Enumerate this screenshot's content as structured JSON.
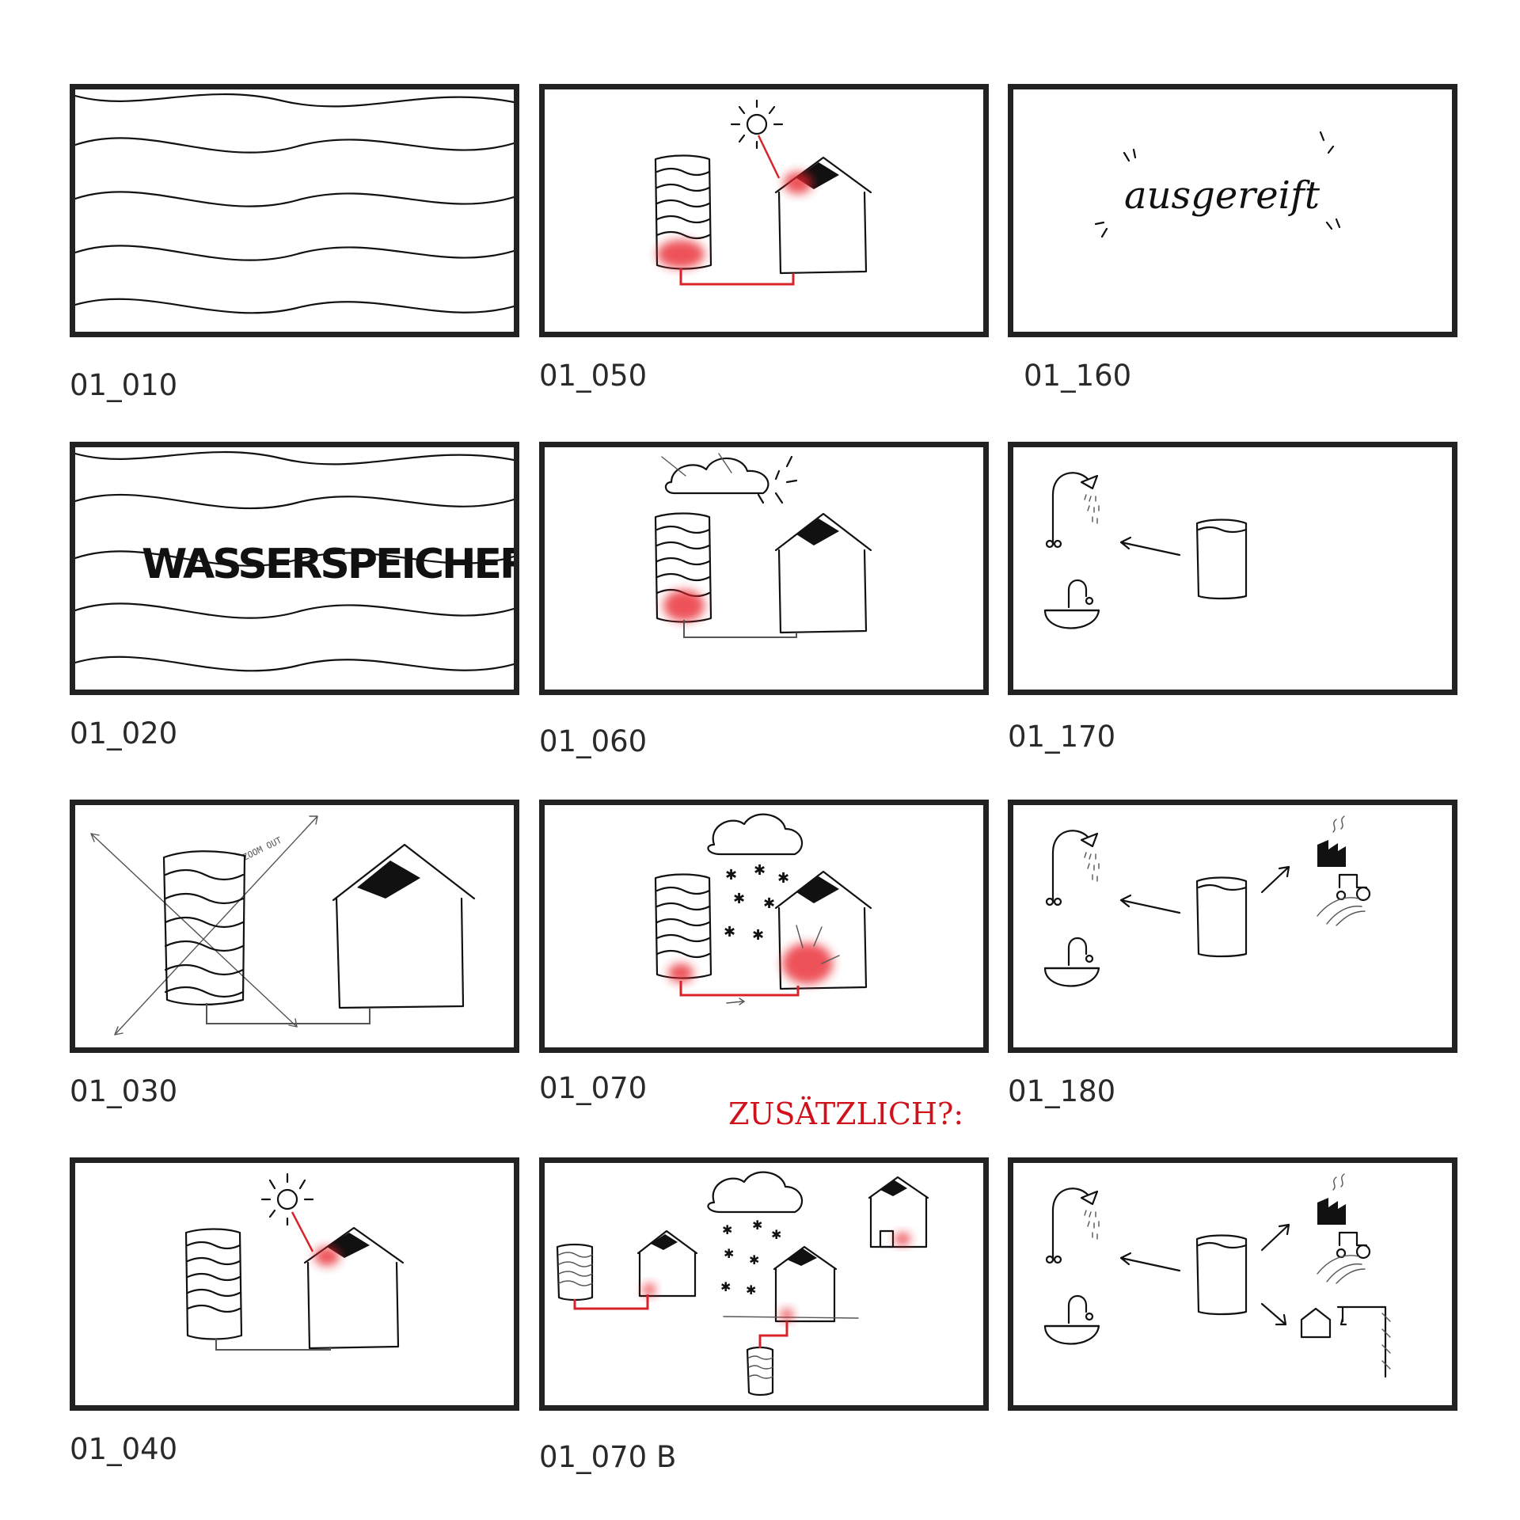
{
  "frames": [
    {
      "id": "f010",
      "label": "01_010"
    },
    {
      "id": "f050",
      "label": "01_050"
    },
    {
      "id": "f160",
      "label": "01_160",
      "sketch_text": "ausgereift"
    },
    {
      "id": "f020",
      "label": "01_020",
      "sketch_text": "WASSERSPEICHER"
    },
    {
      "id": "f060",
      "label": "01_060"
    },
    {
      "id": "f170",
      "label": "01_170"
    },
    {
      "id": "f030",
      "label": "01_030",
      "sketch_text": "ZOOM OUT"
    },
    {
      "id": "f070",
      "label": "01_070"
    },
    {
      "id": "f180",
      "label": "01_180"
    },
    {
      "id": "f040",
      "label": "01_040"
    },
    {
      "id": "f070b",
      "label": "01_070 B"
    },
    {
      "id": "f190",
      "label": ""
    }
  ],
  "note": {
    "text": "ZUSÄTZLICH?:",
    "color": "#d0121b"
  },
  "colors": {
    "frame": "#222222",
    "ink": "#111111",
    "accent": "#e8202a"
  }
}
